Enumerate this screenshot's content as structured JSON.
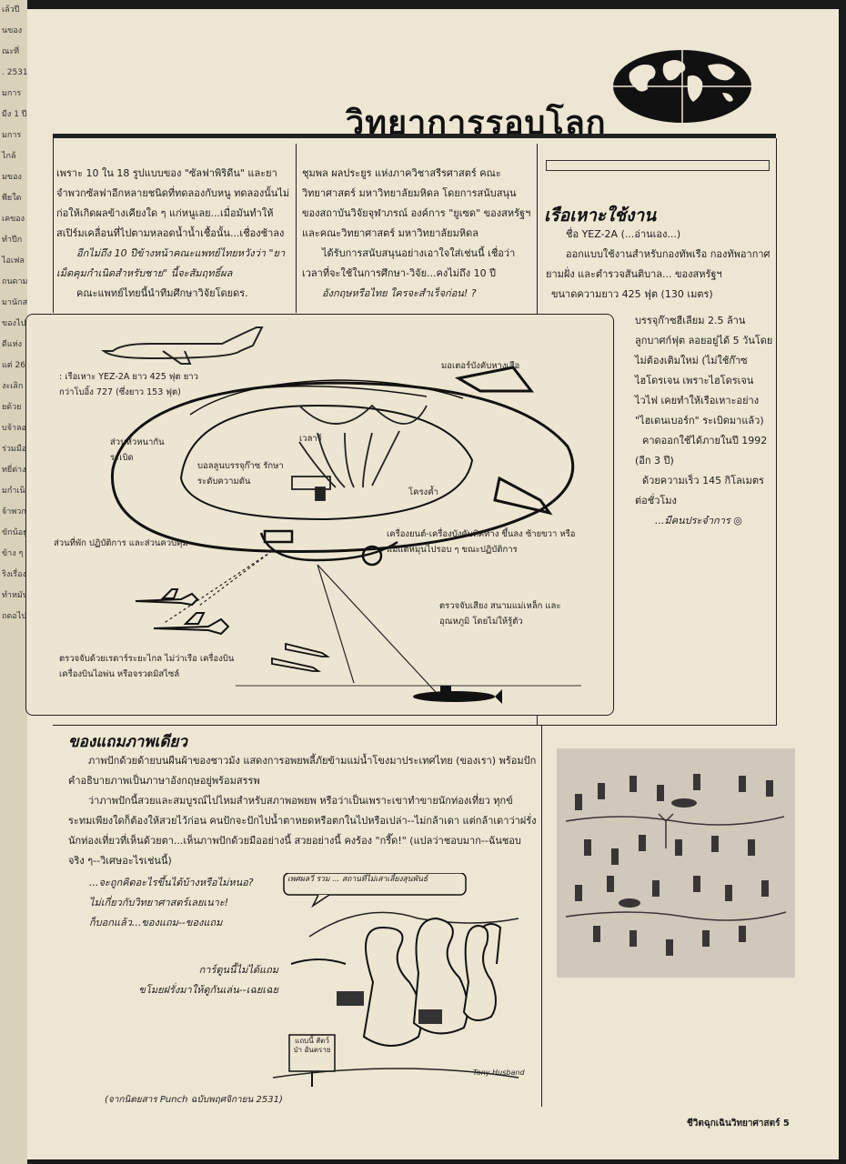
{
  "left_strip": [
    "เล้วปี",
    "นของ",
    "ณะที่",
    ". 2531",
    "",
    "มการ",
    "มีง 1 ปี",
    "มการ",
    "ไกล้",
    "มของ",
    "พียใด",
    "",
    "เคของ",
    "ทำปีก",
    "ไอเฟล",
    "ถนดาม",
    "มานักส",
    "",
    "ของไปดู",
    "ดีแห่ง",
    "แต่ 26",
    "งะเลิก",
    "",
    "ยด้วย",
    "",
    "",
    "",
    "",
    "",
    "",
    "",
    "",
    "",
    "",
    "บจ้าลอม",
    "",
    "",
    "",
    "",
    "",
    "",
    "",
    "",
    "",
    "",
    "ร่วมมือ",
    "ทยี่ต่าง",
    "มกำเนิด",
    "จ้าพวก",
    "ขักน้อยู่",
    "ข้าง ๆ",
    "",
    "ริงเรื่อง",
    "ทำหมัน",
    "ถดอไป"
  ],
  "header": {
    "title": "วิทยาการรอบโลก"
  },
  "col1": {
    "paragraphs": [
      "เพราะ 10 ใน 18 รูปแบบของ \"ซัลฟาพิริดีน\" และยาจำพวกซัลฟาอีกหลายชนิดที่ทดลองกับหนู ทดลองนั้นไม่ก่อให้เกิดผลข้างเคียงใด ๆ แก่หนูเลย...เมื่อมันทำให้สเปิร์มเคลื่อนที่ไปตามหลอดน้ำน้ำเชื้อนั้น...เชื่องช้าลง",
      "อีกไม่ถึง 10 ปีข้างหน้าคณะแพทย์ไทยหวังว่า \"ยาเม็ดคุมกำเนิดสำหรับชาย\" นี้จะสัมฤทธิ์ผล",
      "คณะแพทย์ไทยนี้นำทีมศึกษาวิจัยโดยดร."
    ]
  },
  "col2": {
    "paragraphs": [
      "ชุมพล ผลประยูร แห่งภาควิชาสรีรศาสตร์ คณะวิทยาศาสตร์ มหาวิทยาลัยมหิดล โดยการสนับสนุนของสถาบันวิจัยจุฬาภรณ์ องค์การ \"ยูเซด\" ของสหรัฐฯ และคณะวิทยาศาสตร์ มหาวิทยาลัยมหิดล",
      "ได้รับการสนับสนุนอย่างเอาใจใส่เช่นนี้ เชื่อว่าเวลาที่จะใช้ในการศึกษา-วิจัย...คงไม่ถึง 10 ปี",
      "อังกฤษหรือไทย ใครจะสำเร็จก่อน! ?"
    ]
  },
  "boat": {
    "title": "เรือเหาะใช้งาน",
    "lines": [
      "ชื่อ YEZ-2A (...อ่านเอง...)",
      "ออกแบบใช้งานสำหรับกองทัพเรือ กองทัพอากาศ ยามฝั่ง และตำรวจสันติบาล... ของสหรัฐฯ",
      "ขนาดความยาว 425 ฟุต (130 เมตร)",
      "บรรจุก๊าซฮีเลียม 2.5 ล้านลูกบาศก์ฟุต ลอยอยู่ได้ 5 วันโดยไม่ต้องเติมใหม่ (ไม่ใช้ก๊าซไฮโดรเจน เพราะไฮโดรเจนไวไฟ เคยทำให้เรือเหาะอย่าง \"ไฮเดนเบอร์ก\" ระเบิดมาแล้ว)",
      "คาดออกใช้ได้ภายในปี 1992 (อีก 3 ปี)",
      "ด้วยความเร็ว 145 กิโลเมตรต่อชั่วโมง",
      "...มีคนประจำการ ◎"
    ]
  },
  "diagram": {
    "labels": {
      "ship": ": เรือเหาะ YEZ-2A ยาว 425 ฟุต ยาวกว่าโบอิ้ง 727 (ซึ่งยาว 153 ฟุต)",
      "motor": "มอเตอร์บังคับหางเสือ",
      "nose": "ส่วนหัวหนากันระเบิด",
      "balloon": "บอลลูนบรรจุก๊าซ รักษาระดับความดัน",
      "wire": "เวลาร์",
      "frame": "โครงค้ำ",
      "crew": "ส่วนที่พัก ปฏิบัติการ และส่วนควบคุม",
      "engine": "เครื่องยนต์-เครื่องบังคับทิศทาง ขึ้นลง ซ้ายขวา หรือแม้แต่หมุนไปรอบ ๆ ขณะปฏิบัติการ",
      "sonar": "ตรวจจับเสียง สนามแม่เหล็ก และอุณหภูมิ โดยไม่ให้รู้ตัว",
      "radar": "ตรวจจับด้วยเรดาร์ระยะไกล ไม่ว่าเรือ เครื่องบิน เครื่องบินไอพ่น หรือจรวดมิสไซล์"
    }
  },
  "section2": {
    "title": "ของแถมภาพเดียว",
    "paragraphs": [
      "ภาพปักด้วยด้ายบนผืนผ้าของชาวม้ง แสดงการอพยพลี้ภัยข้ามแม่น้ำโขงมาประเทศไทย (ของเรา) พร้อมปักคำอธิบายภาพเป็นภาษาอังกฤษอยู่พร้อมสรรพ",
      "ว่าภาพปักนี้สวยและสมบูรณ์ไปไหมสำหรับสภาพอพยพ หรือว่าเป็นเพราะเขาทำขายนักท่องเที่ยว ทุกข์ระทมเพียงใดก็ต้องให้สวยไว้ก่อน คนปักจะปักไปน้ำตาหยดหรือตกในไปหรือเปล่า--ไม่กล้าเดา แต่กล้าเดาว่าฝรั่งนักท่องเที่ยวที่เห็นด้วยตา...เห็นภาพปักด้วยมืออย่างนี้ สวยอย่างนี้ คงร้อง \"กรี๊ด!\" (แปลว่าชอบมาก--ฉันชอบจริง ๆ--วิเศษอะไรเช่นนี้)"
    ],
    "quip": [
      "...จะถูกคิดอะไรขึ้นได้บ้างหรือไม่หนอ?",
      "ไม่เกี่ยวกับวิทยาศาสตร์เลยเนาะ!",
      "ก็บอกแล้ว...ของแถม--ของแถม"
    ],
    "cartoon_caption": [
      "การ์ตูนนี้ไม่ได้แถม",
      "ขโมยฝรั่งมาให้ดูกันเล่น--เฉยเฉย"
    ],
    "bubble": "เพศผลวี รวม ... สถานที่ไม่เสาเลี้ยงสุนพันธ์",
    "sign": "แถบนี้ สัตว์ป่า อันตราย",
    "signature": "Tony Husband"
  },
  "footer": {
    "source": "(จากนิตยสาร Punch ฉบับพฤศจิกายน 2531)",
    "page": "ชีวิตฉุกเฉินวิทยาศาสตร์ 5"
  }
}
